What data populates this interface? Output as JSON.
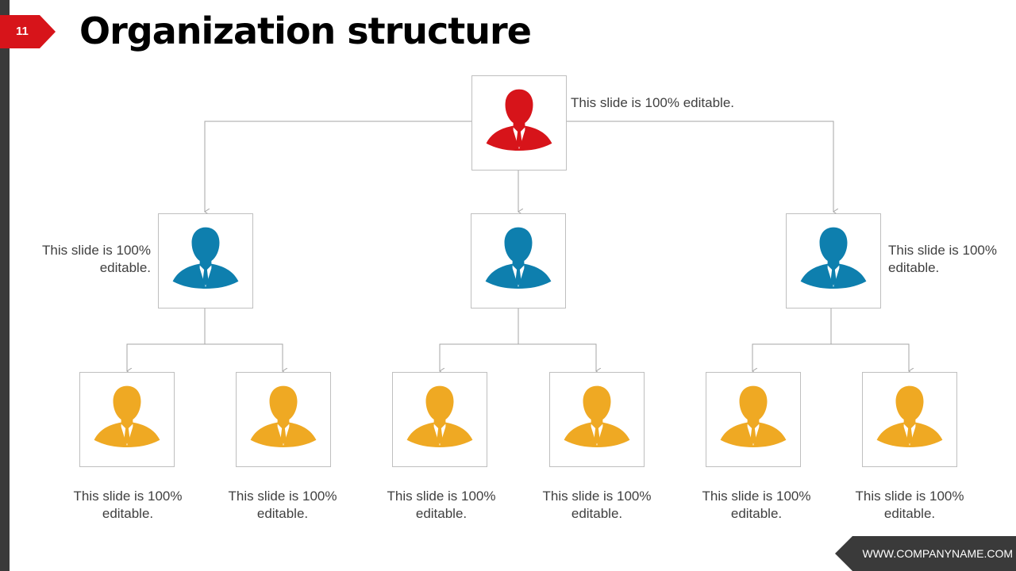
{
  "slide": {
    "number": "11",
    "title": "Organization structure",
    "footer_url": "WWW.COMPANYNAME.COM"
  },
  "colors": {
    "accent_red": "#d7141a",
    "level1_person": "#d7141a",
    "level2_person": "#0e7fae",
    "level3_person": "#efa923",
    "dark_bar": "#3a3a3a"
  },
  "org": {
    "top": {
      "caption": "This slide is 100% editable.",
      "icon": "person-icon"
    },
    "managers": [
      {
        "caption": "This slide is 100% editable.",
        "icon": "person-icon"
      },
      {
        "caption": "",
        "icon": "person-icon"
      },
      {
        "caption": "This slide is 100% editable.",
        "icon": "person-icon"
      }
    ],
    "staff": [
      {
        "caption": "This slide is 100% editable.",
        "icon": "person-icon"
      },
      {
        "caption": "This slide is 100% editable.",
        "icon": "person-icon"
      },
      {
        "caption": "This slide is 100% editable.",
        "icon": "person-icon"
      },
      {
        "caption": "This slide is 100% editable.",
        "icon": "person-icon"
      },
      {
        "caption": "This slide is 100% editable.",
        "icon": "person-icon"
      },
      {
        "caption": "This slide is 100% editable.",
        "icon": "person-icon"
      }
    ]
  }
}
